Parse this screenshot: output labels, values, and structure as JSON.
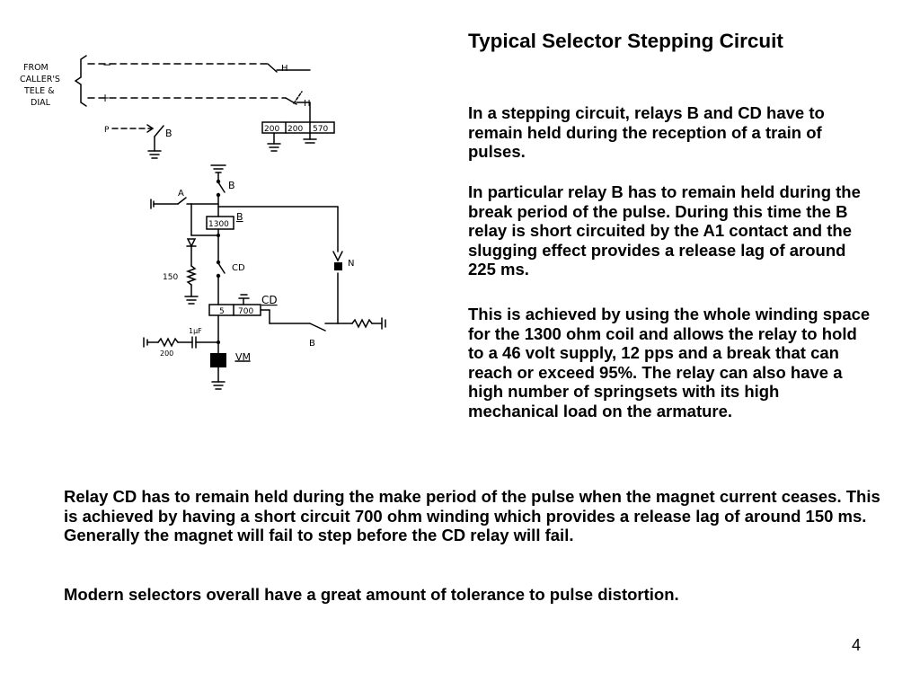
{
  "slide": {
    "title": "Typical Selector Stepping Circuit",
    "paragraphs": [
      "In a stepping circuit, relays B and CD have to remain held during the reception of a train of pulses.",
      "In particular relay B has to remain held during the break period of the pulse. During this time the B relay is short circuited by the A1 contact and the slugging effect provides a release lag of around 225 ms.",
      "This is achieved by using the whole winding space for the 1300 ohm coil and allows the relay to hold to a 46 volt supply, 12 pps and a break that can reach or exceed 95%. The relay can also have a high number of springsets with its high mechanical load on the armature.",
      "Relay CD has to remain held during the make period of the pulse when the magnet current ceases. This is achieved by having a short circuit 700 ohm winding which provides a release lag of around 150 ms. Generally the magnet will fail to step before the CD relay will fail.",
      "Modern selectors overall have a great amount of tolerance to pulse distortion."
    ],
    "page_number": "4"
  },
  "diagram": {
    "labels": {
      "from_1": "FROM",
      "from_2": "CALLER'S",
      "from_3": "TELE &",
      "from_4": "DIAL",
      "minus": "−",
      "plus": "+",
      "h1": "H",
      "h2": "H",
      "res_200a": "200",
      "res_200b": "200",
      "res_570": "570",
      "p": "P",
      "b_top": "B",
      "b_contact": "B",
      "a": "A",
      "b1300": "1300",
      "b_relay": "B",
      "r150": "150",
      "cd_contact": "CD",
      "n": "N",
      "cd5": "5",
      "cd700": "700",
      "cd_relay": "CD",
      "b_bottom": "B",
      "cap": "1μF",
      "r200": "200",
      "vm": "VM"
    }
  }
}
